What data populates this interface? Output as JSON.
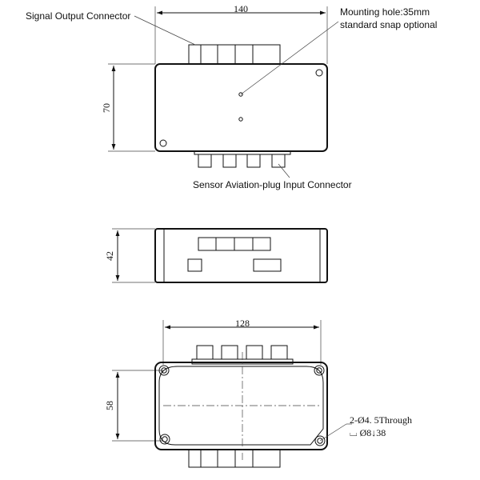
{
  "labels": {
    "signal_output": "Signal Output Connector",
    "mounting_hole_line1": "Mounting hole:35mm",
    "mounting_hole_line2": "standard snap optional",
    "sensor_input": "Sensor Aviation-plug Input Connector",
    "hole_spec_line1": "2-Ø4. 5Through",
    "hole_spec_line2": "⌴ Ø8↓38"
  },
  "dimensions": {
    "top_width": "140",
    "top_height": "70",
    "side_height": "42",
    "bottom_width": "128",
    "bottom_height": "58"
  }
}
